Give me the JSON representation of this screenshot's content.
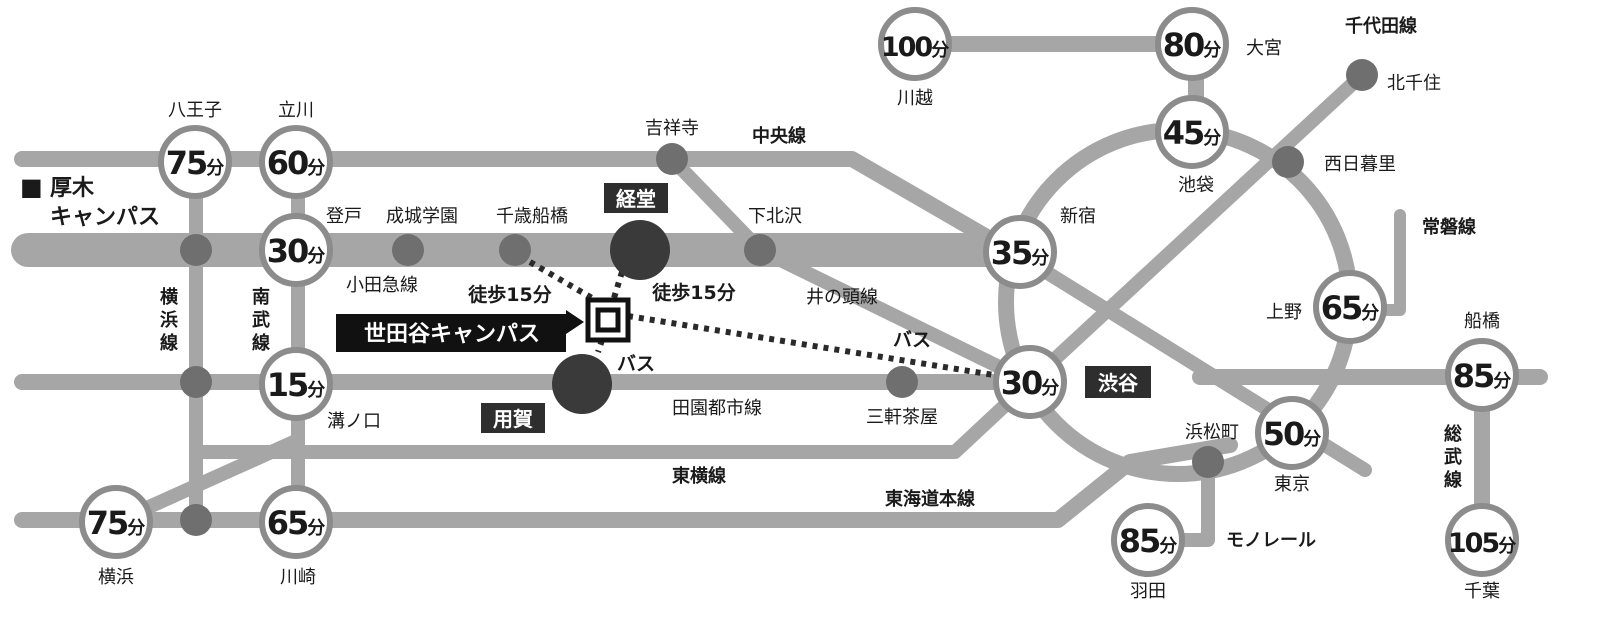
{
  "colors": {
    "rail": "#a6a6a6",
    "rail_dark": "#9a9a9a",
    "station": "#6f6f6f",
    "big_station": "#3a3a3a",
    "circle_ring": "#8c8c8c",
    "text": "#1a1a1a",
    "label_bg": "#2e2e2e",
    "campus_bg": "#111111"
  },
  "campuses": {
    "setagaya": "世田谷キャンパス",
    "atsugi_marker": "■",
    "atsugi_line1": "厚木",
    "atsugi_line2": "キャンパス"
  },
  "access": {
    "walk_left": "徒歩15分",
    "walk_right": "徒歩15分",
    "bus_left": "バス",
    "bus_right": "バス",
    "kyodo": "経堂",
    "yoga": "用賀",
    "shibuya_tag": "渋谷"
  },
  "lines": {
    "chuo": "中央線",
    "odakyu": "小田急線",
    "inokashira": "井の頭線",
    "denentoshi": "田園都市線",
    "toyoko": "東横線",
    "tokaido": "東海道本線",
    "yokohama": [
      "横",
      "浜",
      "線"
    ],
    "nambu": [
      "南",
      "武",
      "線"
    ],
    "sobu": [
      "総",
      "武",
      "線"
    ],
    "chiyoda": "千代田線",
    "joban": "常磐線",
    "monorail": "モノレール"
  },
  "stations": {
    "hachioji": "八王子",
    "tachikawa": "立川",
    "kichijoji": "吉祥寺",
    "noborito": "登戸",
    "seijogakuen": "成城学園",
    "chitosefunabashi": "千歳船橋",
    "shimokitazawa": "下北沢",
    "mizonokuchi": "溝ノ口",
    "sangenjaya": "三軒茶屋",
    "yokohama": "横浜",
    "kawasaki": "川崎",
    "kawagoe": "川越",
    "omiya": "大宮",
    "kitasenju": "北千住",
    "nishinippori": "西日暮里",
    "ikebukuro": "池袋",
    "shinjuku": "新宿",
    "ueno": "上野",
    "funabashi": "船橋",
    "hamamatsucho": "浜松町",
    "tokyo": "東京",
    "haneda": "羽田",
    "chiba": "千葉"
  },
  "unit": "分",
  "times": {
    "hachioji": "75",
    "tachikawa": "60",
    "noborito": "30",
    "mizonokuchi": "15",
    "yokohama": "75",
    "kawasaki": "65",
    "kawagoe": "100",
    "omiya": "80",
    "ikebukuro": "45",
    "shinjuku": "35",
    "ueno": "65",
    "shibuya": "30",
    "tokyo": "50",
    "funabashi": "85",
    "haneda": "85",
    "chiba": "105"
  }
}
